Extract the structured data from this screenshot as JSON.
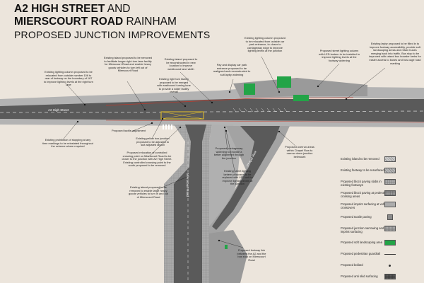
{
  "title": {
    "line1_bold": "A2 HIGH STREET",
    "line1_rest": " AND",
    "line2_bold": "MIERSCOURT ROAD",
    "line2_rest": " RAINHAM",
    "line3": "PROPOSED JUNCTION IMPROVEMENTS"
  },
  "road_labels": {
    "a2": "A2 High Street",
    "mierscourt": "Mierscourt Road",
    "chapel": "Chapel Row"
  },
  "notes": [
    {
      "id": "n1",
      "text": "Existing lighting column proposed to be relocated from outside number 106 to rear of footway on the boundary of 167 to improve lighting levels at the right turn lane"
    },
    {
      "id": "n2",
      "text": "Existing island proposed to be removed to facilitate longer right turn lane facility for Mierscourt Road and enable heavy goods vehicles to turn left out of Mierscourt Road"
    },
    {
      "id": "n3",
      "text": "Existing island proposed to be reconstructed in new location to improve westbound lane width"
    },
    {
      "id": "n4",
      "text": "Existing lighting column proposed to be relocated from outside car park entrance, to closer to carriageway edge to improve lighting levels at the junction"
    },
    {
      "id": "n5",
      "text": "Pay and display car park entrance proposed to be realigned and reconstructed to suit layby widening"
    },
    {
      "id": "n6",
      "text": "Proposed street lighting column with LED lantern to be installed to improve lighting levels at the footway widening"
    },
    {
      "id": "n7",
      "text": "Existing layby proposed to be filled in to improve footway accessibility, provide soft landscaping areas and retain buses merging back into traffic. Bus stop to be improved with raised bus boarder kerbs for easier access to buses and bus cage road marking"
    },
    {
      "id": "n8",
      "text": "Existing right turn facility proposed to be merged with eastbound turning lane to provide a wider facility overall"
    },
    {
      "id": "n9",
      "text": "Proposed tactile adjustment"
    },
    {
      "id": "n10",
      "text": "Existing prohibition of stopping at any time markings to be reinstated throughout the scheme where required"
    },
    {
      "id": "n11",
      "text": "Existing yellow box junction proposed to be adjusted to suit adjusted layout"
    },
    {
      "id": "n12",
      "text": "Proposed relocation of controlled crossing point on Mierscourt Road to be closer to the junction with A2 High Street. Existing controlled crossing point to the south proposed to be removed"
    },
    {
      "id": "n13",
      "text": "Proposed carriageway widening to provide a better alignment through the junction"
    },
    {
      "id": "n14",
      "text": "Proposed overrun areas within Chapel Row to narrow down junction bellmouth"
    },
    {
      "id": "n15",
      "text": "Existing street lighting lantern proposed to be replaced with LED unit to improve lighting levels at the junction"
    },
    {
      "id": "n16",
      "text": "Existing island proposed to be removed to enable large heavy goods vehicles to turn in and out of Mierscourt Road"
    },
    {
      "id": "n17",
      "text": "Proposed footway link between the A2 and the bus stop on Mierscourt Road"
    }
  ],
  "legend": [
    {
      "label": "Existing island to be removed",
      "fill": "#c9c9c9",
      "pattern": "hatch"
    },
    {
      "label": "Existing footway to be resurfaced",
      "fill": "#b8b8b8",
      "pattern": "hatch"
    },
    {
      "label": "Proposed block paving slabs in existing footways",
      "fill": "#a9a9a9",
      "pattern": "grid"
    },
    {
      "label": "Proposed block paving at pedestrian crossing areas",
      "fill": "#9a9a9a",
      "pattern": "grid"
    },
    {
      "label": "Proposed imprint surfacing at vehicle crossovers",
      "fill": "#bdbdbd",
      "pattern": "dots"
    },
    {
      "label": "Proposed tactile paving",
      "fill": "#8a8a8a",
      "pattern": "small"
    },
    {
      "label": "Proposed junction narrowing and imprint surfacing",
      "fill": "#aeaeae",
      "pattern": "grid"
    },
    {
      "label": "Proposed soft landscaping area",
      "fill": "#23a447",
      "pattern": "solid"
    },
    {
      "label": "Proposed pedestrian guardrail",
      "fill": "#333333",
      "pattern": "line"
    },
    {
      "label": "Proposed bollard",
      "fill": "#333333",
      "pattern": "dot"
    },
    {
      "label": "Proposed anti skid surfacing",
      "fill": "#5c5c5c",
      "pattern": "grid"
    }
  ],
  "colors": {
    "background": "#ece5dc",
    "carriageway": "#5a5a5a",
    "footway": "#a8a8a8",
    "landscaping": "#23a447",
    "redline": "#c0392b",
    "yellowbox": "#e5c12a"
  }
}
